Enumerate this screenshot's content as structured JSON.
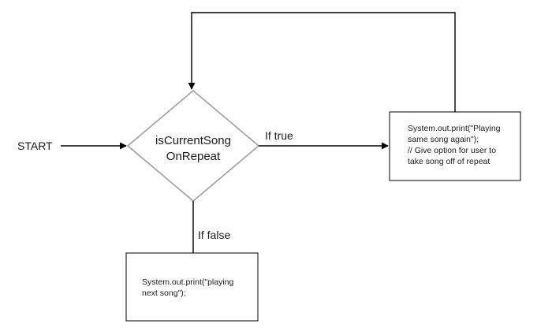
{
  "diagram": {
    "start_label": "START",
    "decision": {
      "line1": "isCurrentSong",
      "line2": "OnRepeat"
    },
    "branch_true_label": "If true",
    "branch_false_label": "If false",
    "true_action": {
      "line1": "System.out.print(\"Playing",
      "line2": "same song again\");",
      "line3": "// Give option for user to",
      "line4": "take song off of repeat"
    },
    "false_action": {
      "line1": "System.out.print(\"playing",
      "line2": "next song\");"
    }
  }
}
